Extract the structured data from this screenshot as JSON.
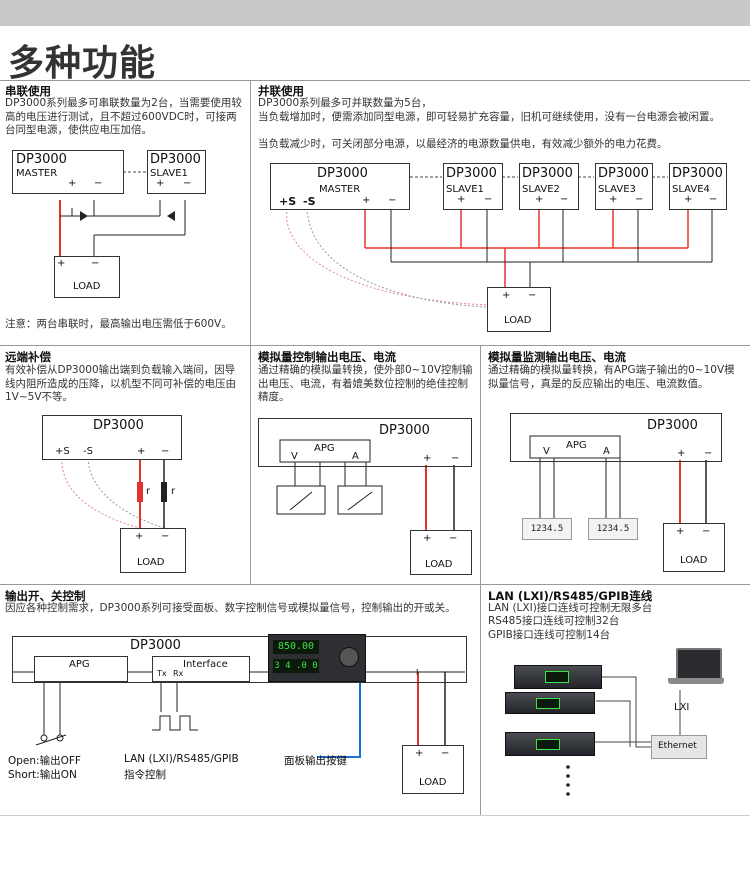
{
  "page": {
    "title": "多种功能"
  },
  "series_section": {
    "heading": "串联使用",
    "desc": "DP3000系列最多可串联数量为2台，当需要使用较高的电压进行测试，且不超过600VDC时，可接两台同型电源，使供应电压加倍。",
    "note": "注意：两台串联时，最高输出电压需低于600V。",
    "master_model": "DP3000",
    "master_label": "MASTER",
    "slave_model": "DP3000",
    "slave_label": "SLAVE1",
    "plus": "+",
    "minus": "−",
    "load": "LOAD"
  },
  "parallel_section": {
    "heading": "并联使用",
    "desc1": "DP3000系列最多可并联数量为5台，",
    "desc2": "当负载增加时，便需添加同型电源，即可轻易扩充容量，旧机可继续使用，没有一台电源会被闲置。",
    "desc3": "当负载减少时，可关闭部分电源，以最经济的电源数量供电，有效减少额外的电力花费。",
    "master_model": "DP3000",
    "master_label": "MASTER",
    "sense_plus": "+S",
    "sense_minus": "-S",
    "slaves": [
      {
        "model": "DP3000",
        "label": "SLAVE1"
      },
      {
        "model": "DP3000",
        "label": "SLAVE2"
      },
      {
        "model": "DP3000",
        "label": "SLAVE3"
      },
      {
        "model": "DP3000",
        "label": "SLAVE4"
      }
    ],
    "plus": "+",
    "minus": "−",
    "load": "LOAD"
  },
  "remote_section": {
    "heading": "远端补偿",
    "desc": "有效补偿从DP3000输出端到负载输入端间，因导线内阻所造成的压降，以机型不同可补偿的电压由1V~5V不等。",
    "model": "DP3000",
    "sense_plus": "+S",
    "sense_minus": "-S",
    "plus": "+",
    "minus": "−",
    "r": "r",
    "load": "LOAD"
  },
  "analog_ctrl_section": {
    "heading": "模拟量控制输出电压、电流",
    "desc": "通过精确的模拟量转换，使外部0~10V控制输出电压、电流，有着媲美数位控制的绝佳控制精度。",
    "model": "DP3000",
    "apg": "APG",
    "v": "V",
    "a": "A",
    "plus": "+",
    "minus": "−",
    "load": "LOAD"
  },
  "analog_mon_section": {
    "heading": "模拟量监测输出电压、电流",
    "desc": "通过精确的模拟量转换，有APG端子输出的0~10V模拟量信号，真是的反应输出的电压、电流数值。",
    "model": "DP3000",
    "apg": "APG",
    "v": "V",
    "a": "A",
    "meter1": "1234.5",
    "meter2": "1234.5",
    "plus": "+",
    "minus": "−",
    "load": "LOAD"
  },
  "onoff_section": {
    "heading": "输出开、关控制",
    "desc": "因应各种控制需求，DP3000系列可接受面板、数字控制信号或模拟量信号，控制输出的开或关。",
    "model": "DP3000",
    "apg": "APG",
    "interface": "Interface",
    "tx": "Tx",
    "rx": "Rx",
    "open": "Open:输出OFF",
    "short": "Short:输出ON",
    "cmd1": "LAN (LXI)/RS485/GPIB",
    "cmd2": "指令控制",
    "panel": "面板输出按键",
    "display1": "850.00",
    "display2": "3 4 .0 0",
    "plus": "+",
    "minus": "−",
    "load": "LOAD"
  },
  "lan_section": {
    "heading": "LAN (LXI)/RS485/GPIB连线",
    "line1": "LAN (LXI)接口连线可控制无限多台",
    "line2": "RS485接口连线可控制32台",
    "line3": "GPIB接口连线可控制14台",
    "lxi": "LXI",
    "ethernet": "Ethernet"
  },
  "colors": {
    "wire_red": "#e3342f",
    "wire_blue": "#1a6fd1",
    "sense_red": "#e58a8a",
    "sense_gray": "#9a9a9a"
  }
}
